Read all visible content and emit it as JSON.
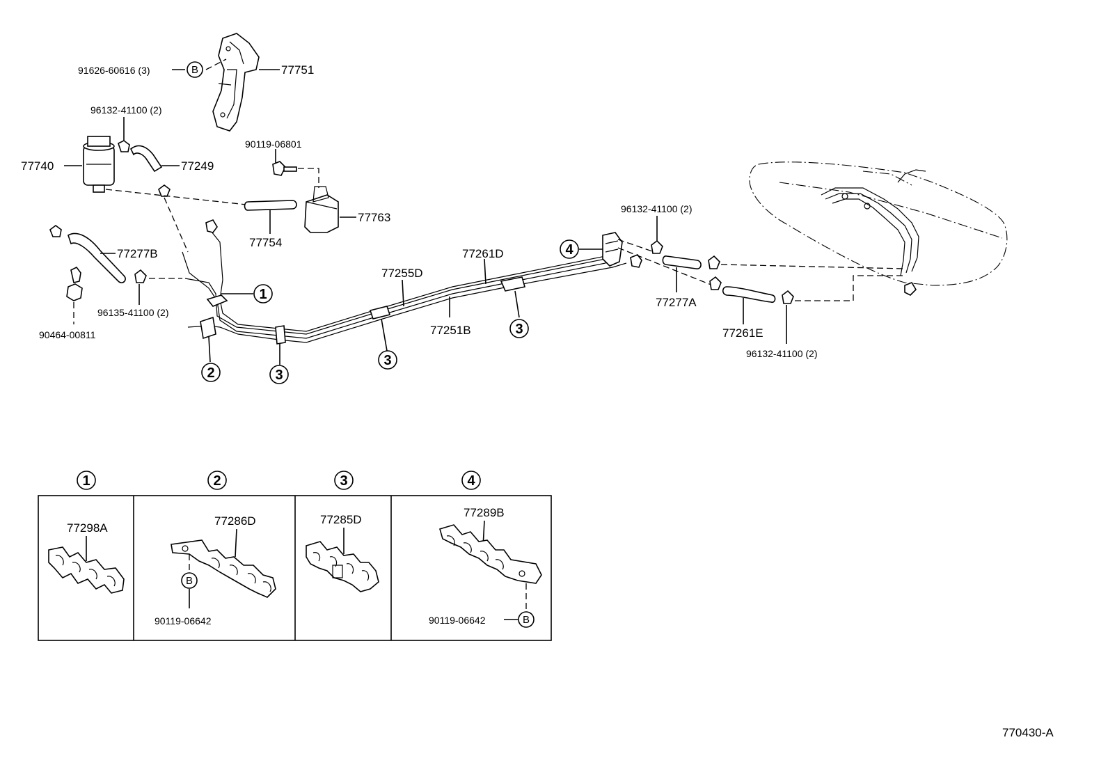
{
  "labels": {
    "p91626": "91626-60616 (3)",
    "p77751": "77751",
    "p96132a": "96132-41100 (2)",
    "p77740": "77740",
    "p77249": "77249",
    "p90119top": "90119-06801",
    "p77763": "77763",
    "p77754": "77754",
    "p77277b": "77277B",
    "p96135": "96135-41100 (2)",
    "p90464": "90464-00811",
    "p77255d": "77255D",
    "p77261d": "77261D",
    "p77251b": "77251B",
    "p96132b": "96132-41100 (2)",
    "p77277a": "77277A",
    "p77261e": "77261E",
    "p96132c": "96132-41100 (2)",
    "box1_part": "77298A",
    "box2_part": "77286D",
    "box2_bolt": "90119-06642",
    "box3_part": "77285D",
    "box4_part": "77289B",
    "box4_bolt": "90119-06642",
    "figure_code": "770430-A"
  },
  "callouts": {
    "one": "1",
    "two": "2",
    "three": "3",
    "four": "4",
    "b": "B"
  },
  "boxes": [
    {
      "number": "1"
    },
    {
      "number": "2"
    },
    {
      "number": "3"
    },
    {
      "number": "4"
    }
  ]
}
